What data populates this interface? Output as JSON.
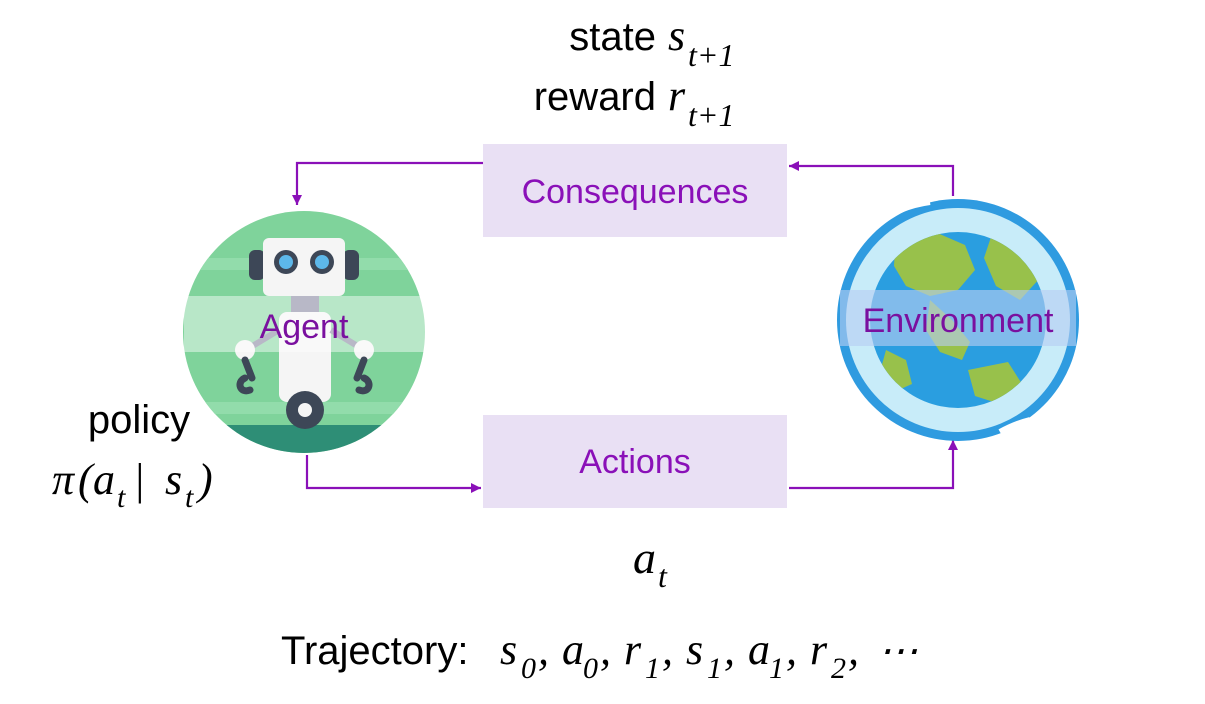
{
  "colors": {
    "accent": "#8a10b8",
    "box_fill": "#e9e0f4",
    "agent_green": "#7fd39b",
    "earth_blue": "#2a9ee0",
    "earth_land": "#98c14b"
  },
  "feedback": {
    "state_label": "state",
    "state_symbol": "s",
    "state_sub": "t+1",
    "reward_label": "reward",
    "reward_symbol": "r",
    "reward_sub": "t+1"
  },
  "boxes": {
    "consequences": "Consequences",
    "actions": "Actions"
  },
  "nodes": {
    "agent": {
      "label": "Agent",
      "icon": "robot-icon"
    },
    "environment": {
      "label": "Environment",
      "icon": "earth-globe-icon"
    }
  },
  "policy": {
    "label": "policy",
    "pi": "π",
    "open_paren": "(",
    "a": "a",
    "a_sub": "t",
    "bar": " | ",
    "s": "s",
    "s_sub": "t",
    "close_paren": ")"
  },
  "action_symbol": {
    "symbol": "a",
    "sub": "t"
  },
  "trajectory": {
    "label": "Trajectory:",
    "terms": [
      {
        "sym": "s",
        "sub": "0"
      },
      {
        "sym": "a",
        "sub": "0"
      },
      {
        "sym": "r",
        "sub": "1"
      },
      {
        "sym": "s",
        "sub": "1"
      },
      {
        "sym": "a",
        "sub": "1"
      },
      {
        "sym": "r",
        "sub": "2"
      }
    ],
    "ellipsis": "⋯"
  }
}
